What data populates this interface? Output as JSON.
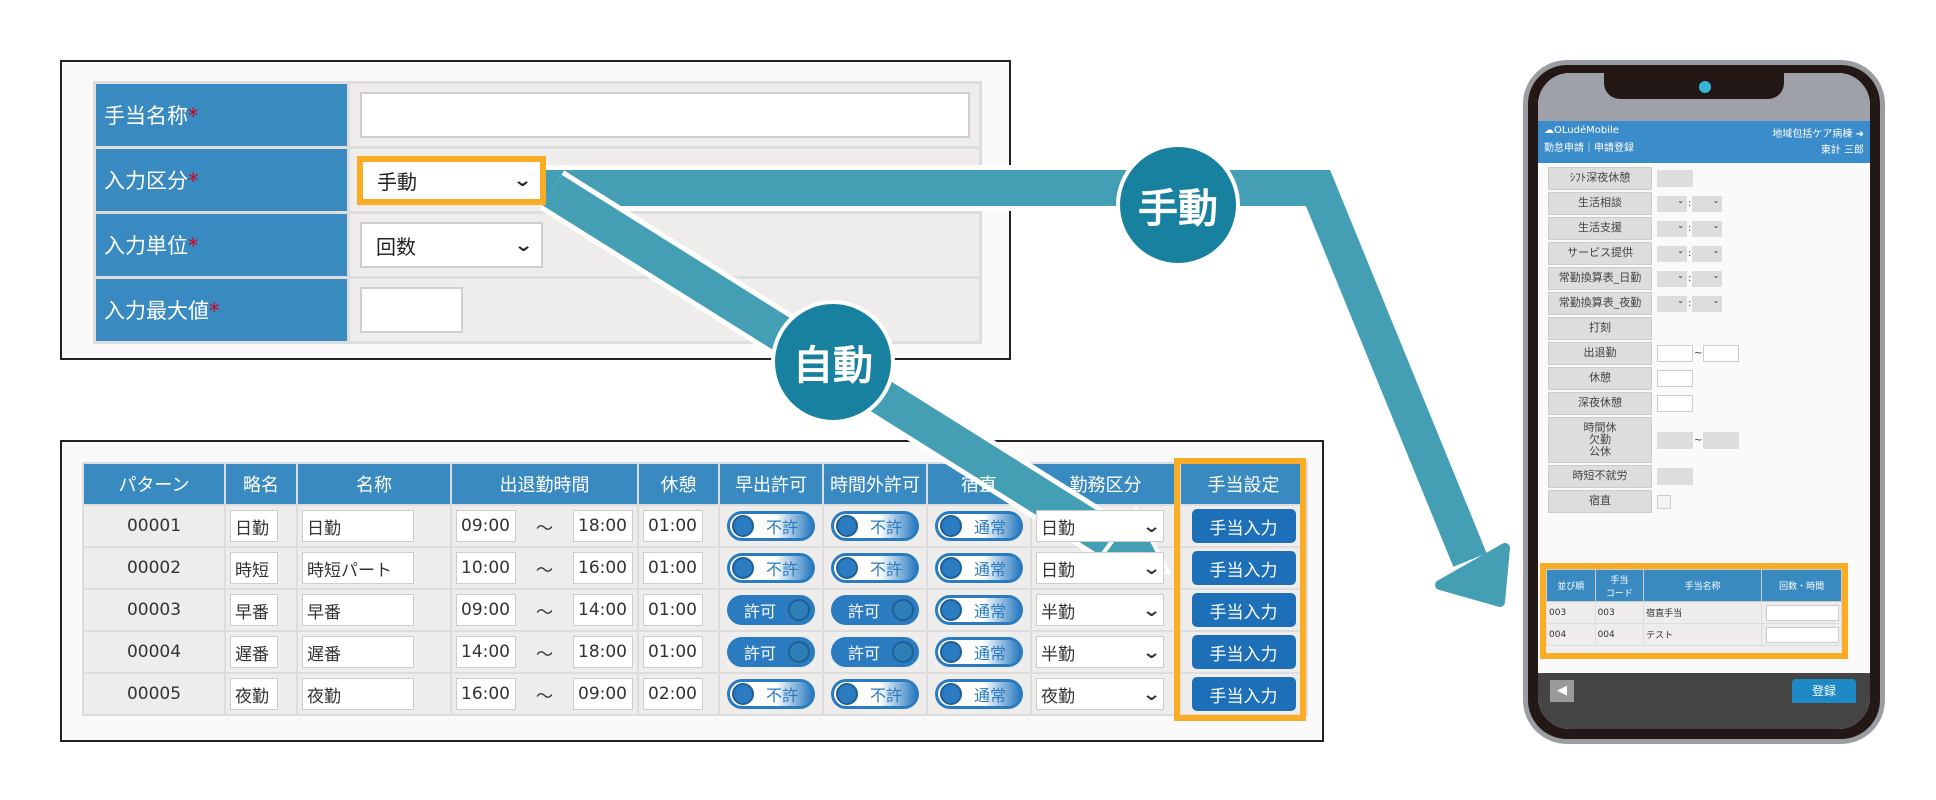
{
  "form": {
    "rows": [
      {
        "label": "手当名称",
        "required": "*",
        "type": "input",
        "value": ""
      },
      {
        "label": "入力区分",
        "required": "*",
        "type": "select",
        "value": "手動"
      },
      {
        "label": "入力単位",
        "required": "*",
        "type": "select",
        "value": "回数"
      },
      {
        "label": "入力最大値",
        "required": "*",
        "type": "input",
        "value": ""
      }
    ]
  },
  "pattern_table": {
    "headers": [
      "パターン",
      "略名",
      "名称",
      "出退勤時間",
      "休憩",
      "早出許可",
      "時間外許可",
      "宿直",
      "勤務区分",
      "手当設定"
    ],
    "tilde": "～",
    "button_label": "手当入力",
    "rows": [
      {
        "id": "00001",
        "short": "日勤",
        "name": "日勤",
        "start": "09:00",
        "end": "18:00",
        "break": "01:00",
        "early": "不許",
        "early_on": false,
        "overtime": "不許",
        "overtime_on": false,
        "night": "通常",
        "kind": "日勤"
      },
      {
        "id": "00002",
        "short": "時短",
        "name": "時短パート",
        "start": "10:00",
        "end": "16:00",
        "break": "01:00",
        "early": "不許",
        "early_on": false,
        "overtime": "不許",
        "overtime_on": false,
        "night": "通常",
        "kind": "日勤"
      },
      {
        "id": "00003",
        "short": "早番",
        "name": "早番",
        "start": "09:00",
        "end": "14:00",
        "break": "01:00",
        "early": "許可",
        "early_on": true,
        "overtime": "許可",
        "overtime_on": true,
        "night": "通常",
        "kind": "半勤"
      },
      {
        "id": "00004",
        "short": "遅番",
        "name": "遅番",
        "start": "14:00",
        "end": "18:00",
        "break": "01:00",
        "early": "許可",
        "early_on": true,
        "overtime": "許可",
        "overtime_on": true,
        "night": "通常",
        "kind": "半勤"
      },
      {
        "id": "00005",
        "short": "夜勤",
        "name": "夜勤",
        "start": "16:00",
        "end": "09:00",
        "break": "02:00",
        "early": "不許",
        "early_on": false,
        "overtime": "不許",
        "overtime_on": false,
        "night": "通常",
        "kind": "夜勤"
      }
    ]
  },
  "callouts": {
    "manual": "手動",
    "auto": "自動",
    "color": "#449fb5"
  },
  "phone": {
    "app_name": "OLudéMobile",
    "breadcrumb": "勤怠申請｜申請登録",
    "ward": "地域包括ケア病棟",
    "user": "東計 三郎",
    "rows": [
      {
        "label": "ｼﾌﾄ深夜休憩",
        "kind": "gray"
      },
      {
        "label": "生活相談",
        "kind": "selects"
      },
      {
        "label": "生活支援",
        "kind": "selects"
      },
      {
        "label": "サービス提供",
        "kind": "selects"
      },
      {
        "label": "常勤換算表_日勤",
        "kind": "selects"
      },
      {
        "label": "常勤換算表_夜勤",
        "kind": "selects"
      },
      {
        "label": "打刻",
        "kind": "none"
      },
      {
        "label": "出退勤",
        "kind": "range-white"
      },
      {
        "label": "休憩",
        "kind": "white"
      },
      {
        "label": "深夜休憩",
        "kind": "white"
      },
      {
        "label": "時間休\n欠勤\n公休",
        "kind": "range-gray"
      },
      {
        "label": "時短不就労",
        "kind": "gray"
      },
      {
        "label": "宿直",
        "kind": "checkbox"
      }
    ],
    "allowance_table": {
      "headers": [
        "並び順",
        "手当\nコード",
        "手当名称",
        "回数・時間"
      ],
      "rows": [
        {
          "order": "003",
          "code": "003",
          "name": "宿直手当",
          "value": ""
        },
        {
          "order": "004",
          "code": "004",
          "name": "テスト",
          "value": ""
        }
      ]
    },
    "back_label": "◀",
    "submit_label": "登録"
  }
}
